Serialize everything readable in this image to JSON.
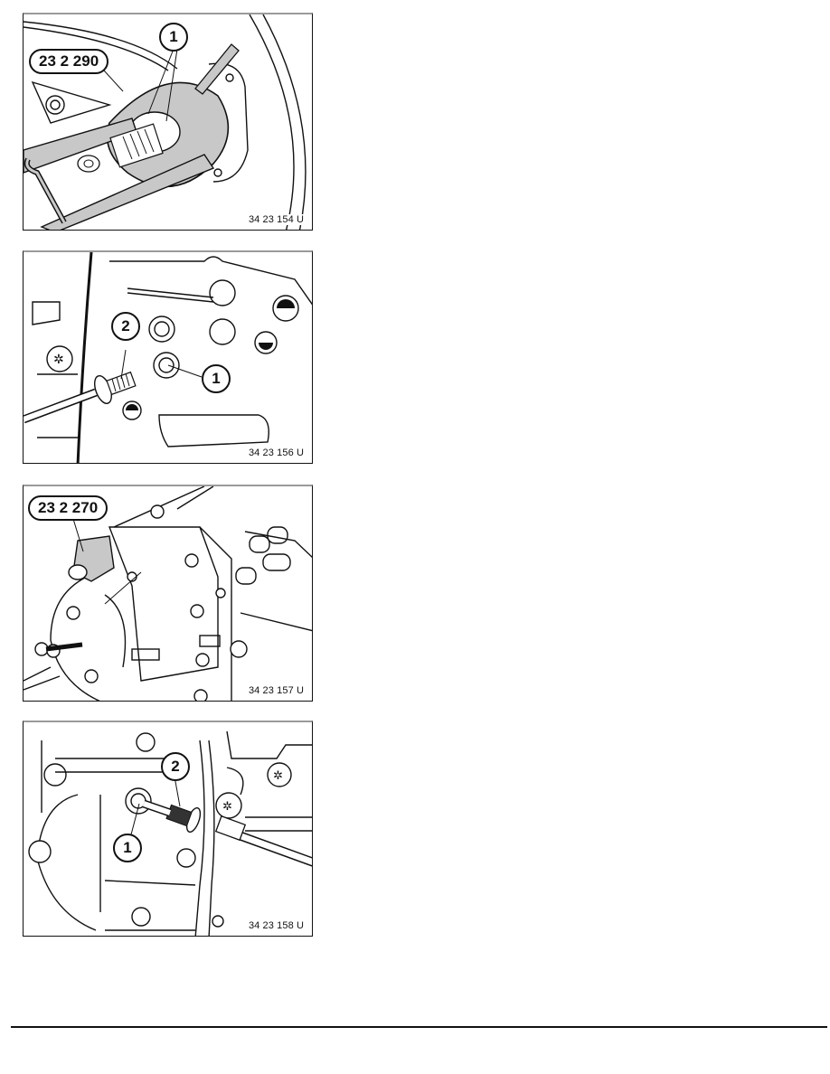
{
  "figures": [
    {
      "id": "fig1",
      "code": "34 23 154 U",
      "tool_tag": "23 2 290",
      "callouts": [
        "1"
      ]
    },
    {
      "id": "fig2",
      "code": "34 23 156 U",
      "callouts": [
        "2",
        "1"
      ]
    },
    {
      "id": "fig3",
      "code": "34 23 157 U",
      "tool_tag": "23 2 270"
    },
    {
      "id": "fig4",
      "code": "34 23 158 U",
      "callouts": [
        "2",
        "1"
      ]
    }
  ]
}
